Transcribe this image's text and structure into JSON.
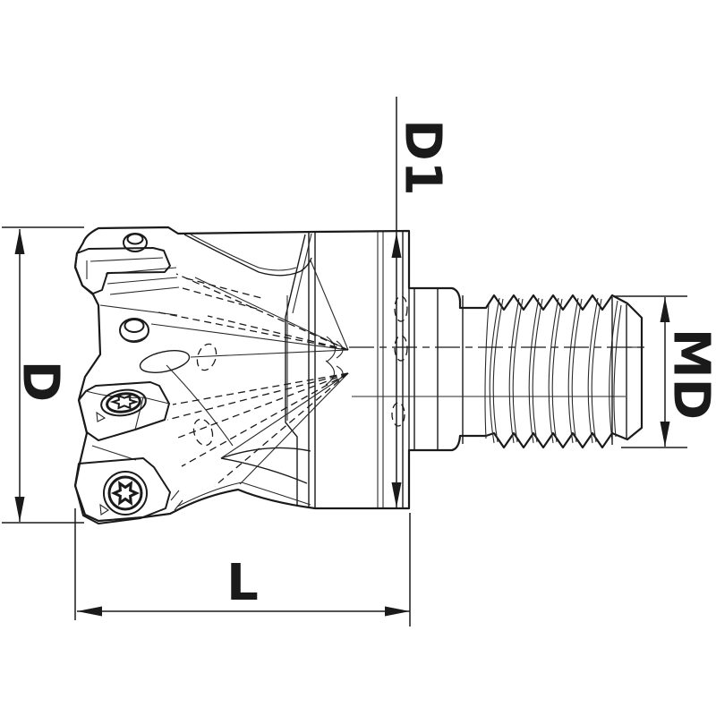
{
  "drawing": {
    "labels": {
      "diameter": "D",
      "head_diameter": "D1",
      "length": "L",
      "thread_diameter": "MD"
    },
    "colors": {
      "body_gray": "#c9c9c9",
      "insert_yellow": "#f6d40a",
      "line": "#1a1a1a",
      "background": "#ffffff"
    }
  }
}
